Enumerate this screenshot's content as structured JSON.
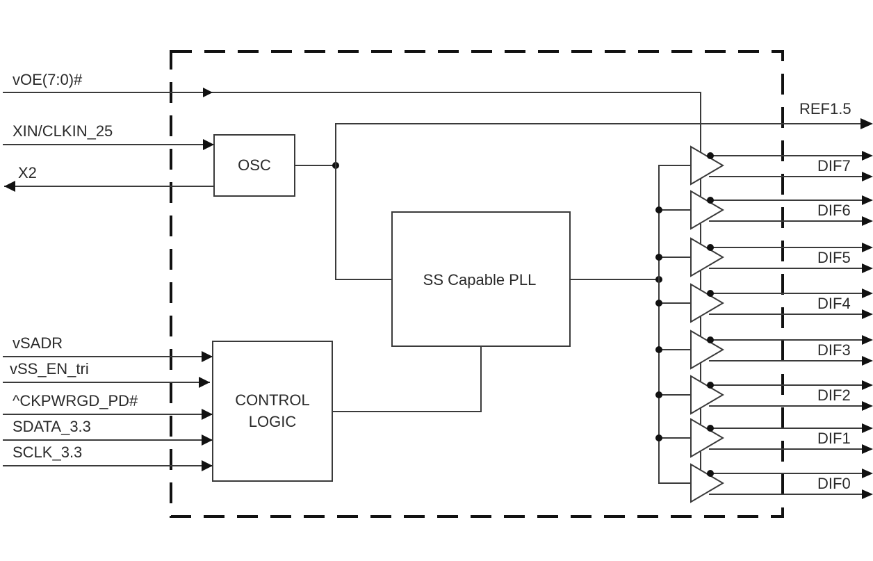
{
  "diagram": {
    "title": "Clock buffer block diagram",
    "blocks": {
      "osc": "OSC",
      "pll": "SS Capable PLL",
      "control_line1": "CONTROL",
      "control_line2": "LOGIC"
    },
    "inputs": {
      "voe": "vOE(7:0)#",
      "xin": "XIN/CLKIN_25",
      "x2": "X2",
      "vsadr": "vSADR",
      "vss_en": "vSS_EN_tri",
      "ckpwrgd": "^CKPWRGD_PD#",
      "sdata": "SDATA_3.3",
      "sclk": "SCLK_3.3"
    },
    "outputs": {
      "ref": "REF1.5",
      "dif": [
        "DIF7",
        "DIF6",
        "DIF5",
        "DIF4",
        "DIF3",
        "DIF2",
        "DIF1",
        "DIF0"
      ]
    },
    "colors": {
      "line": "#3a3a3a",
      "boundary": "#111111",
      "background": "#ffffff"
    }
  }
}
